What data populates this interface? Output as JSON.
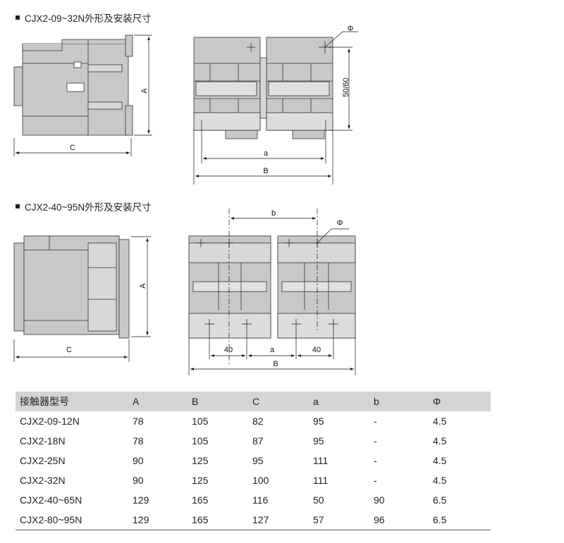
{
  "section1": {
    "title": "CJX2-09~32N外形及安装尺寸"
  },
  "section2": {
    "title": "CJX2-40~95N外形及安装尺寸"
  },
  "diagram1": {
    "labels": {
      "A": "A",
      "C": "C",
      "a": "a",
      "B": "B",
      "phi": "Φ",
      "hole": "50/60"
    }
  },
  "diagram2": {
    "labels": {
      "A": "A",
      "C": "C",
      "b": "b",
      "phi": "Φ",
      "a": "a",
      "B": "B",
      "d1": "40",
      "d2": "40"
    }
  },
  "table": {
    "headers": [
      "接触器型号",
      "A",
      "B",
      "C",
      "a",
      "b",
      "Φ"
    ],
    "rows": [
      [
        "CJX2-09-12N",
        "78",
        "105",
        "82",
        "95",
        "-",
        "4.5"
      ],
      [
        "CJX2-18N",
        "78",
        "105",
        "87",
        "95",
        "-",
        "4.5"
      ],
      [
        "CJX2-25N",
        "90",
        "125",
        "95",
        "111",
        "-",
        "4.5"
      ],
      [
        "CJX2-32N",
        "90",
        "125",
        "100",
        "111",
        "-",
        "4.5"
      ],
      [
        "CJX2-40~65N",
        "129",
        "165",
        "116",
        "50",
        "90",
        "6.5"
      ],
      [
        "CJX2-80~95N",
        "129",
        "165",
        "127",
        "57",
        "96",
        "6.5"
      ]
    ]
  }
}
